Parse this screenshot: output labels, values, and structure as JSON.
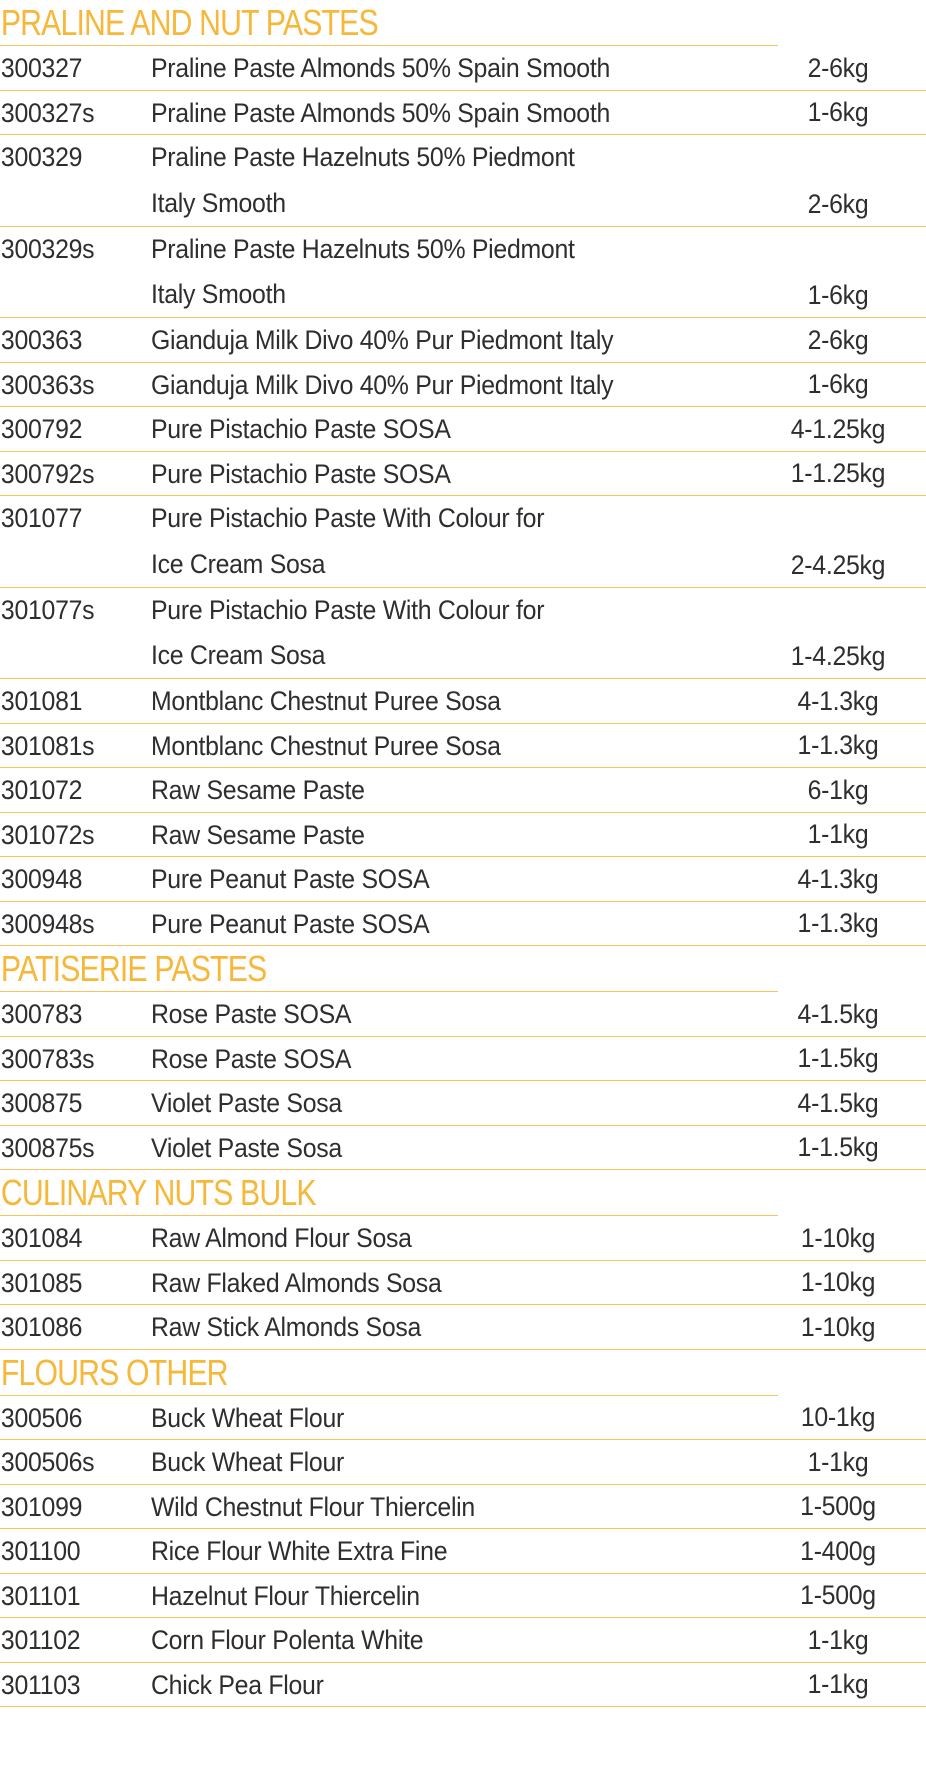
{
  "sections": [
    {
      "title": "PRALINE AND NUT PASTES",
      "rows": [
        {
          "code": "300327",
          "lines": [
            "Praline Paste Almonds 50% Spain Smooth"
          ],
          "pack": "2-6kg"
        },
        {
          "code": "300327s",
          "lines": [
            "Praline Paste Almonds 50% Spain Smooth"
          ],
          "pack": "1-6kg"
        },
        {
          "code": "300329",
          "lines": [
            "Praline Paste Hazelnuts 50% Piedmont",
            "Italy Smooth"
          ],
          "pack": "2-6kg"
        },
        {
          "code": "300329s",
          "lines": [
            "Praline Paste Hazelnuts 50% Piedmont",
            "Italy Smooth"
          ],
          "pack": "1-6kg"
        },
        {
          "code": "300363",
          "lines": [
            "Gianduja Milk Divo 40% Pur Piedmont Italy"
          ],
          "pack": "2-6kg"
        },
        {
          "code": "300363s",
          "lines": [
            "Gianduja Milk Divo 40% Pur Piedmont Italy"
          ],
          "pack": "1-6kg"
        },
        {
          "code": "300792",
          "lines": [
            "Pure Pistachio Paste SOSA"
          ],
          "pack": "4-1.25kg"
        },
        {
          "code": "300792s",
          "lines": [
            "Pure Pistachio Paste SOSA"
          ],
          "pack": "1-1.25kg"
        },
        {
          "code": "301077",
          "lines": [
            "Pure Pistachio Paste With Colour for",
            "Ice Cream Sosa"
          ],
          "pack": "2-4.25kg"
        },
        {
          "code": "301077s",
          "lines": [
            "Pure Pistachio Paste With Colour for",
            "Ice Cream Sosa"
          ],
          "pack": "1-4.25kg"
        },
        {
          "code": "301081",
          "lines": [
            "Montblanc Chestnut Puree Sosa"
          ],
          "pack": "4-1.3kg"
        },
        {
          "code": "301081s",
          "lines": [
            "Montblanc Chestnut Puree Sosa"
          ],
          "pack": "1-1.3kg"
        },
        {
          "code": "301072",
          "lines": [
            "Raw Sesame Paste"
          ],
          "pack": "6-1kg"
        },
        {
          "code": "301072s",
          "lines": [
            "Raw Sesame Paste"
          ],
          "pack": "1-1kg"
        },
        {
          "code": "300948",
          "lines": [
            "Pure Peanut Paste SOSA"
          ],
          "pack": "4-1.3kg"
        },
        {
          "code": "300948s",
          "lines": [
            "Pure Peanut Paste SOSA"
          ],
          "pack": "1-1.3kg"
        }
      ]
    },
    {
      "title": "PATISERIE PASTES",
      "rows": [
        {
          "code": "300783",
          "lines": [
            "Rose Paste SOSA"
          ],
          "pack": "4-1.5kg"
        },
        {
          "code": "300783s",
          "lines": [
            "Rose Paste SOSA"
          ],
          "pack": "1-1.5kg"
        },
        {
          "code": "300875",
          "lines": [
            "Violet Paste Sosa"
          ],
          "pack": "4-1.5kg"
        },
        {
          "code": "300875s",
          "lines": [
            "Violet Paste Sosa"
          ],
          "pack": "1-1.5kg"
        }
      ]
    },
    {
      "title": "CULINARY NUTS BULK",
      "rows": [
        {
          "code": "301084",
          "lines": [
            "Raw Almond Flour Sosa"
          ],
          "pack": "1-10kg"
        },
        {
          "code": "301085",
          "lines": [
            "Raw Flaked Almonds Sosa"
          ],
          "pack": "1-10kg"
        },
        {
          "code": "301086",
          "lines": [
            "Raw Stick Almonds Sosa"
          ],
          "pack": "1-10kg"
        }
      ]
    },
    {
      "title": "FLOURS OTHER",
      "rows": [
        {
          "code": "300506",
          "lines": [
            "Buck Wheat Flour"
          ],
          "pack": "10-1kg"
        },
        {
          "code": "300506s",
          "lines": [
            "Buck Wheat Flour"
          ],
          "pack": "1-1kg"
        },
        {
          "code": "301099",
          "lines": [
            "Wild Chestnut Flour Thiercelin"
          ],
          "pack": "1-500g"
        },
        {
          "code": "301100",
          "lines": [
            "Rice Flour White Extra Fine"
          ],
          "pack": "1-400g"
        },
        {
          "code": "301101",
          "lines": [
            "Hazelnut Flour Thiercelin"
          ],
          "pack": "1-500g"
        },
        {
          "code": "301102",
          "lines": [
            "Corn Flour Polenta White"
          ],
          "pack": "1-1kg"
        },
        {
          "code": "301103",
          "lines": [
            "Chick Pea Flour"
          ],
          "pack": "1-1kg"
        }
      ]
    }
  ],
  "colors": {
    "heading": "#f7b738",
    "rule": "#f5c35c",
    "text": "#2e2e2e"
  }
}
